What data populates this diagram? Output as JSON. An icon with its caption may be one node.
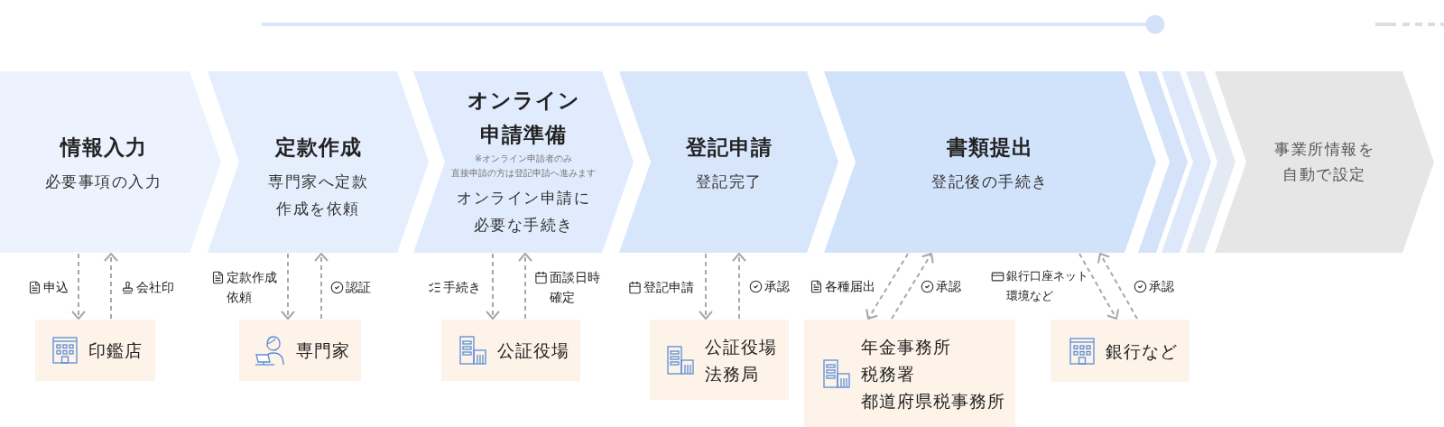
{
  "diagram": {
    "nodes": [
      {
        "text": [
          "情報入力",
          "必要事項の入力"
        ]
      },
      {
        "text": [
          "定款作成",
          "専門家へ定款作成を依頼"
        ]
      },
      {
        "text": [
          "オンライン申請準備",
          "※オンライン申請者のみ",
          "直接申請の方は登記申請へ進みます",
          "オンライン申請に必要な手続き"
        ]
      },
      {
        "text": [
          "登記申請",
          "登記完了"
        ]
      },
      {
        "text": [
          "書類提出",
          "登記後の手続き"
        ]
      },
      {
        "text": [
          "事業所情報を自動で設定"
        ]
      },
      {
        "text": [
          "印鑑店"
        ]
      },
      {
        "text": [
          "専門家"
        ]
      },
      {
        "text": [
          "公証役場"
        ]
      },
      {
        "text": [
          "公証役場",
          "法務局"
        ]
      },
      {
        "text": [
          "年金事務所",
          "税務署",
          "都道府県税事務所"
        ]
      },
      {
        "text": [
          "銀行など"
        ]
      }
    ],
    "edges": [
      {
        "from": 0,
        "to": 6,
        "arrow": "to",
        "label": "申込",
        "style": "dashed"
      },
      {
        "from": 6,
        "to": 0,
        "arrow": "to",
        "label": "会社印",
        "style": "dashed"
      },
      {
        "from": 1,
        "to": 7,
        "arrow": "to",
        "label": "定款作成依頼",
        "style": "dashed"
      },
      {
        "from": 7,
        "to": 1,
        "arrow": "to",
        "label": "認証",
        "style": "dashed"
      },
      {
        "from": 2,
        "to": 8,
        "arrow": "to",
        "label": "手続き",
        "style": "dashed"
      },
      {
        "from": 8,
        "to": 2,
        "arrow": "to",
        "label": "面談日時確定",
        "style": "dashed"
      },
      {
        "from": 3,
        "to": 9,
        "arrow": "to",
        "label": "登記申請",
        "style": "dashed"
      },
      {
        "from": 9,
        "to": 3,
        "arrow": "to",
        "label": "承認",
        "style": "dashed"
      },
      {
        "from": 4,
        "to": 10,
        "arrow": "to",
        "label": "各種届出",
        "style": "dashed"
      },
      {
        "from": 10,
        "to": 4,
        "arrow": "to",
        "label": "承認",
        "style": "dashed"
      },
      {
        "from": 4,
        "to": 11,
        "arrow": "to",
        "label": "銀行口座ネット環境など",
        "style": "dashed"
      },
      {
        "from": 11,
        "to": 4,
        "arrow": "to",
        "label": "承認",
        "style": "dashed"
      }
    ]
  }
}
